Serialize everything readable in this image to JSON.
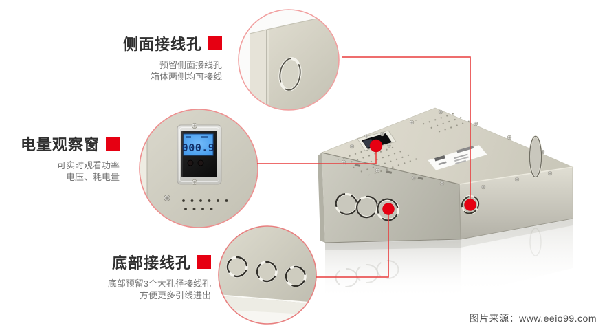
{
  "page": {
    "background": "#ffffff"
  },
  "colors": {
    "accent_red": "#e60012",
    "connector_red": "#e83d3d",
    "circle_border_pink": "#f09595",
    "box_beige": "#d2d0c3",
    "lcd_blue": "#4aa4f2"
  },
  "callouts": [
    {
      "title": "侧面接线孔",
      "desc_lines": [
        "预留侧面接线孔",
        "箱体两侧均可接线"
      ]
    },
    {
      "title": "电量观察窗",
      "desc_lines": [
        "可实时观看功率",
        "电压、耗电量"
      ]
    },
    {
      "title": "底部接线孔",
      "desc_lines": [
        "底部预留3个大孔径接线孔",
        "方便更多引线进出"
      ]
    }
  ],
  "meter": {
    "display_value": "000.9"
  },
  "watermark": {
    "text": "图片来源：www.eeio99.com"
  }
}
